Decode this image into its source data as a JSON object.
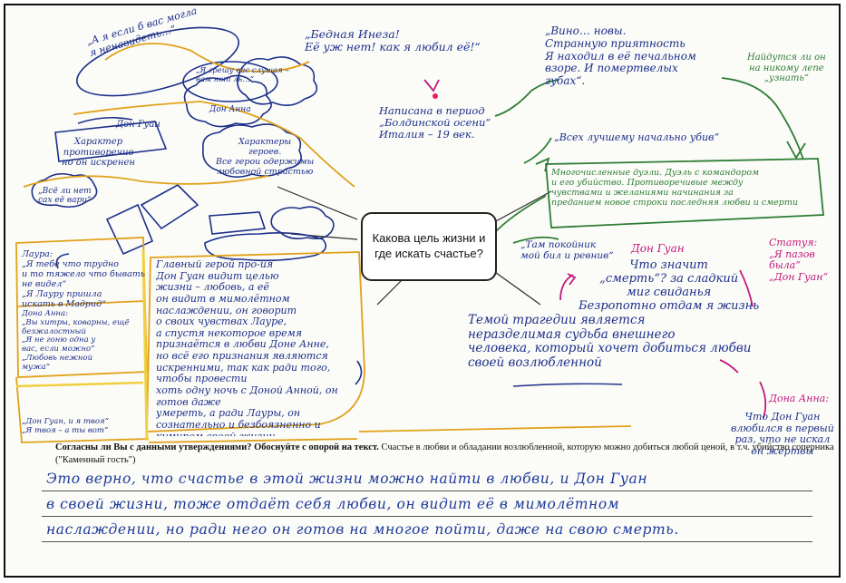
{
  "colors": {
    "ink_blue": "#1c2f8a",
    "ink_green": "#2e7d34",
    "ink_magenta": "#c2187a",
    "ink_orange": "#e0a21a",
    "ink_yellow": "#f0d040"
  },
  "central": {
    "text": "Какова цель жизни и где искать счастье?"
  },
  "notes": {
    "a": "„А я если б вас могла\nя ненавидеть…“",
    "b": "„Я грешу вас слушая –\nвам нет ль…“",
    "c": "„Бедная Инеза!\nЕё уж нет! как я любил её!“",
    "d": "Дон Анна",
    "e": "„Вино… новы.\nСтранную приятность\nЯ находил в её печальном\nвзоре. И помертвелых\nгубах“.",
    "f": "Написана в период\n„Болдинской осени“\nИталия – 19 век.",
    "g": "Найдутся ли он\nна никому лепе\n„узнать“",
    "h": "Дон Гуан",
    "i": "Характер\nпротиворечив\nно он искренен",
    "j": "Характеры\nгероев.\nВсе герои одержимы\nлюбовной страстью",
    "k": "„Всех лучшему начально убив“",
    "l": "Многочисленные дуэли. Дуэль с командором\nи его убийство. Противоречивые между\nчувствами и желаниями начинания за\nпреданием новое строки последняя любви и смерти",
    "m": "„Всё ли нет\nсах её вари“",
    "n": "„Там покойник\nмой бил и ревнив“",
    "o": "Дон Гуан",
    "p": "Статуя:\n„Я пазов\nбыла“\n„Дон Гуан“",
    "q": "Лаура:\n„Я тебе что трудно\nи то тяжело что бывать\nне видел“\n„Я Лауру пришла\nискать в Мадрид“",
    "r": "Главный герой про-ия\nДон Гуан видит целью\nжизни – любовь, а её\nон видит в мимолётном\nнаслаждении, он говорит\nо своих чувствах Лауре,\nа спустя некоторое время\nпризнаётся в любви Доне Анне,\nно всё его признания являются\nискренними, так как ради того, чтобы провести\nхоть одну ночь с Доной Анной, он готов даже\nумереть, а ради Лауры, он сознательно и безбоязненно и кумиром своей жизни.",
    "s": "Что значит\n„смерть“? за сладкий\nмиг свиданья\nБезропотно отдам я жизнь",
    "t": "Дона Анна:\n„Вы хитры, коварны, ещё\nбезжалостный\n„Я не гоню одна у\nвас, если можно“\n„Любовь нежной\nмужа“",
    "u": "Темой трагедии является\nнеразделимая судьба внешнего\nчеловека, который хочет добиться любви\nсвоей возлюбленной",
    "v": "Дона Анна:",
    "w": "Что Дон Гуан\nвлюбился в первый\nраз, что не искал\nон жертвы",
    "x": "„Дон Гуан, и я твоя“\n„Я твоя – а ты вот“"
  },
  "question": {
    "bold": "Согласны ли Вы с данными утверждениями? Обоснуйте с опорой на текст.",
    "rest": " Счастье в любви и обладании возлюбленной, которую можно добиться любой ценой, в т.ч. убийство соперника (\"Каменный гость\")"
  },
  "answer": {
    "line1": "Это верно, что счастье в этой жизни можно найти в любви, и Дон Гуан",
    "line2": "в своей жизни, тоже отдаёт себя любви, он видит её в мимолётном",
    "line3": "наслаждении, но ради него он готов на многое пойти, даже на свою смерть."
  }
}
